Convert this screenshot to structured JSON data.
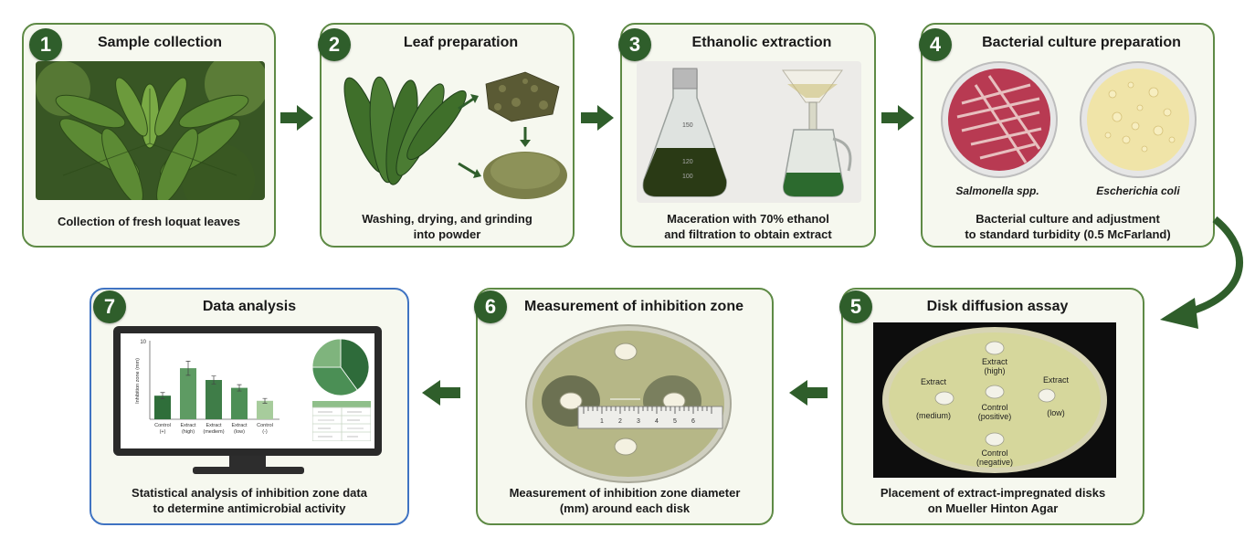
{
  "steps": [
    {
      "num": "1",
      "title": "Sample collection",
      "caption_l1": "Collection of fresh loquat leaves",
      "caption_l2": ""
    },
    {
      "num": "2",
      "title": "Leaf preparation",
      "caption_l1": "Washing, drying, and grinding",
      "caption_l2": "into powder"
    },
    {
      "num": "3",
      "title": "Ethanolic extraction",
      "caption_l1": "Maceration with 70% ethanol",
      "caption_l2": "and filtration to obtain extract"
    },
    {
      "num": "4",
      "title": "Bacterial culture preparation",
      "caption_l1": "Bacterial culture and adjustment",
      "caption_l2": "to standard turbidity (0.5 McFarland)"
    },
    {
      "num": "5",
      "title": "Disk diffusion assay",
      "caption_l1": "Placement of extract-impregnated disks",
      "caption_l2": "on Mueller Hinton Agar"
    },
    {
      "num": "6",
      "title": "Measurement of inhibition zone",
      "caption_l1": "Measurement of inhibition zone diameter",
      "caption_l2": "(mm) around each disk"
    },
    {
      "num": "7",
      "title": "Data analysis",
      "caption_l1": "Statistical analysis of inhibition zone data",
      "caption_l2": "to determine antimicrobial activity"
    }
  ],
  "flask_marks": [
    "150",
    "120",
    "100"
  ],
  "bacteria": [
    "Salmonella spp.",
    "Escherichia coli"
  ],
  "disks": {
    "high": [
      "Extract",
      "(high)"
    ],
    "medium": [
      "Extract",
      "(medium)"
    ],
    "low": [
      "Extract",
      "(low)"
    ],
    "pos": [
      "Control",
      "(positive)"
    ],
    "neg": [
      "Control",
      "(negative)"
    ]
  },
  "ruler_ticks": [
    "1",
    "2",
    "3",
    "4",
    "5",
    "6"
  ],
  "chart_data": {
    "type": "bar",
    "ylabel": "Inhibition zone (mm)",
    "ytick": "10",
    "categories": [
      [
        "Control",
        "(+)"
      ],
      [
        "Extract",
        "(high)"
      ],
      [
        "Extract",
        "(mediem)"
      ],
      [
        "Extract",
        "(low)"
      ],
      [
        "Control",
        "(-)"
      ]
    ],
    "values": [
      6,
      13,
      10,
      8,
      4.7
    ],
    "errors": [
      0.8,
      1.8,
      1.0,
      0.8,
      0.6
    ],
    "ylim": [
      0,
      20
    ],
    "colors": [
      "#2f6e3a",
      "#5e9b63",
      "#3f7d48",
      "#4d8f56",
      "#a7cc9c"
    ],
    "pie": [
      40,
      35,
      25
    ],
    "pie_colors": [
      "#2e6b3a",
      "#4b8f55",
      "#7fb47d"
    ]
  },
  "colors": {
    "accent": "#2f5e2b",
    "border": "#5e8a45",
    "border_blue": "#3f73c2"
  }
}
